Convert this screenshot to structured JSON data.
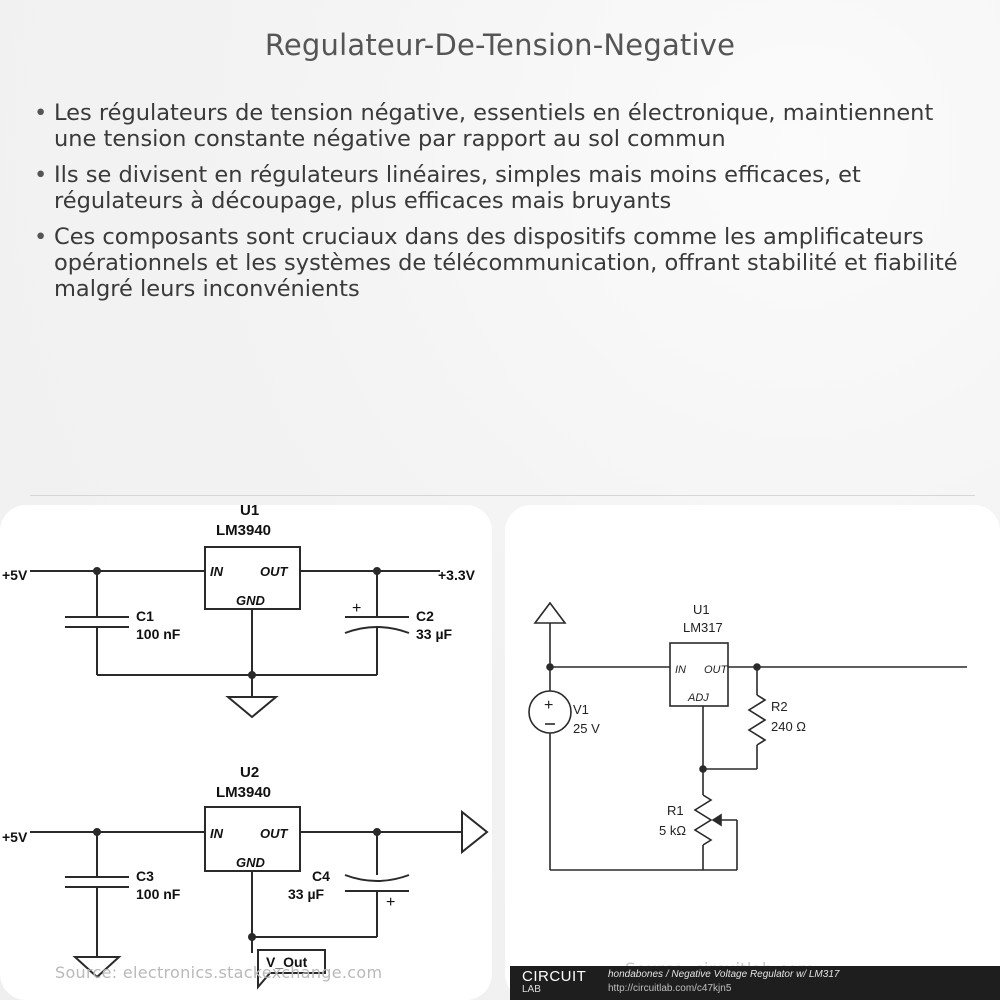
{
  "title": "Regulateur-De-Tension-Negative",
  "bullets": [
    "Les régulateurs de tension négative, essentiels en électronique, maintiennent une tension constante négative par rapport au sol commun",
    "Ils se divisent en régulateurs linéaires, simples mais moins efficaces, et régulateurs à découpage, plus efficaces mais bruyants",
    "Ces composants sont cruciaux dans des dispositifs comme les amplificateurs opérationnels et les systèmes de télécommunication, offrant stabilité et fiabilité malgré leurs inconvénients"
  ],
  "left_diagram": {
    "u1_ref": "U1",
    "u1_part": "LM3940",
    "u1_in": "IN",
    "u1_out": "OUT",
    "u1_gnd": "GND",
    "input1": "+5V",
    "output1": "+3.3V",
    "c1_ref": "C1",
    "c1_val": "100 nF",
    "c2_ref": "C2",
    "c2_val": "33 µF",
    "c2_polarity": "+",
    "u2_ref": "U2",
    "u2_part": "LM3940",
    "u2_in": "IN",
    "u2_out": "OUT",
    "u2_gnd": "GND",
    "input2": "+5V",
    "c3_ref": "C3",
    "c3_val": "100 nF",
    "c4_ref": "C4",
    "c4_val": "33 µF",
    "c4_polarity": "+",
    "vout_label": "V_Out",
    "source": "Source: electronics.stackexchange.com"
  },
  "right_diagram": {
    "u1_ref": "U1",
    "u1_part": "LM317",
    "u1_in": "IN",
    "u1_out": "OUT",
    "u1_adj": "ADJ",
    "v1_ref": "V1",
    "v1_val": "25 V",
    "r2_ref": "R2",
    "r2_val": "240 Ω",
    "r1_ref": "R1",
    "r1_val": "5 kΩ",
    "watermark": "Source: circuitlab.com",
    "footer_logo": "CIRCUIT",
    "footer_logo_sub": "LAB",
    "footer_line1": "hondabones / Negative Voltage Regulator w/ LM317",
    "footer_line2": "http://circuitlab.com/c47kjn5"
  },
  "colors": {
    "background": "#f4f4f5",
    "panel": "#ffffff",
    "schematic_stroke": "#2a2a2a",
    "footer_bar": "#1e1e1e"
  }
}
